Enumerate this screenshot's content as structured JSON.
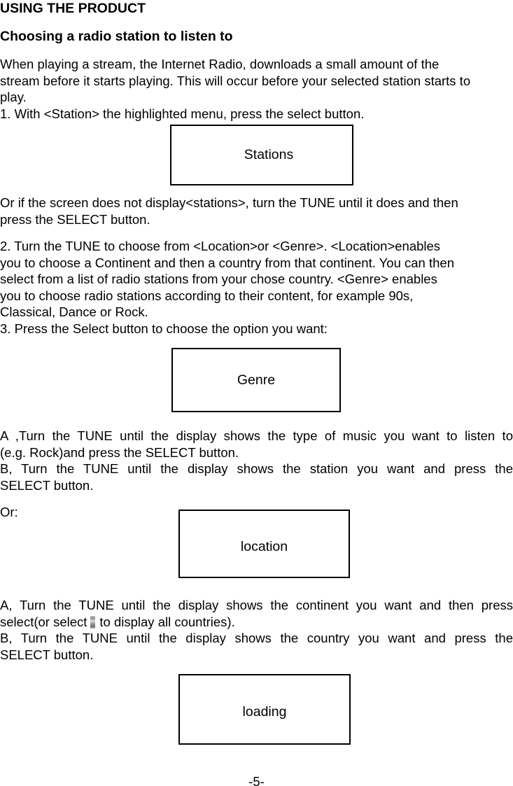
{
  "page": {
    "title": "USING THE PRODUCT",
    "subtitle": "Choosing a radio station to listen to",
    "page_number": "-5-"
  },
  "colors": {
    "text": "#000000",
    "background": "#ffffff",
    "box_border": "#000000",
    "inline_icon_grey": "#9a9a9a"
  },
  "icons": {
    "select_symbol": "select-symbol-icon"
  },
  "intro": {
    "lines": [
      "When playing a stream, the Internet Radio, downloads a small amount of the",
      "stream before it starts playing. This will occur before your selected station starts to",
      "play.",
      "1. With <Station> the highlighted menu, press the select button."
    ]
  },
  "displays": {
    "stations_label": "Stations",
    "genre_label": "Genre",
    "location_label": "location",
    "loading_label": "loading"
  },
  "after_stations": {
    "lines": [
      "Or if the screen does not display<stations>, turn the TUNE until it does and then",
      "press the SELECT button."
    ]
  },
  "step2": {
    "lines": [
      "2. Turn the TUNE to choose from <Location>or <Genre>. <Location>enables",
      "you to choose a Continent and then a country from that continent. You can then",
      "select from a list of radio stations from your chose country. <Genre> enables",
      "you to choose radio stations according to their content, for example 90s,",
      "Classical, Dance or Rock.",
      "3. Press the Select button to choose the option you want:"
    ]
  },
  "genre_steps": {
    "line1": "A ,Turn the TUNE until the display shows the type of music you want to listen to",
    "line2": "(e.g. Rock)and press the SELECT button.",
    "line3": "B, Turn the TUNE until the display shows the station you want and press the",
    "line4": "SELECT button."
  },
  "or_label": "Or:",
  "location_steps": {
    "line1": "A, Turn the TUNE until the display shows the continent you want and then press",
    "line2_part1": "select(or select",
    "line2_part2": "to display all countries).",
    "line3": "B, Turn the TUNE until the display shows the country you want and press the",
    "line4": "SELECT button."
  }
}
